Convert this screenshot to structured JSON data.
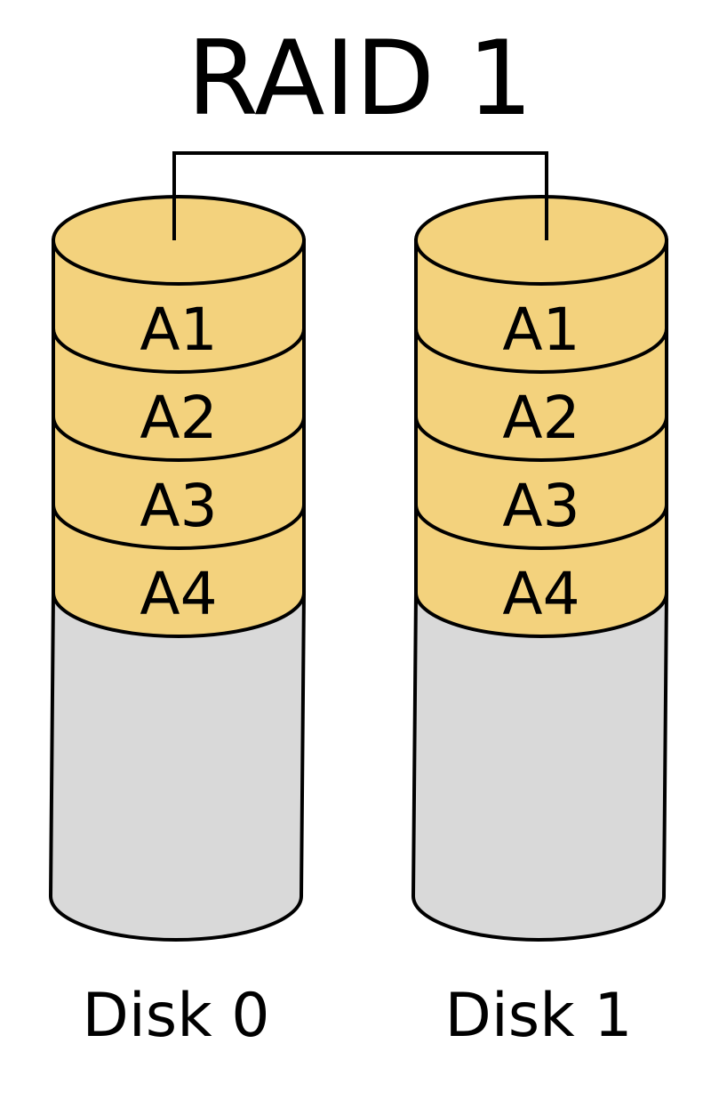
{
  "title": "RAID 1",
  "colors": {
    "block_fill": "#f3d27d",
    "free_fill": "#d9d9d9",
    "stroke": "#000000",
    "background": "#ffffff"
  },
  "disks": [
    {
      "label": "Disk 0",
      "blocks": [
        "A1",
        "A2",
        "A3",
        "A4"
      ]
    },
    {
      "label": "Disk 1",
      "blocks": [
        "A1",
        "A2",
        "A3",
        "A4"
      ]
    }
  ]
}
